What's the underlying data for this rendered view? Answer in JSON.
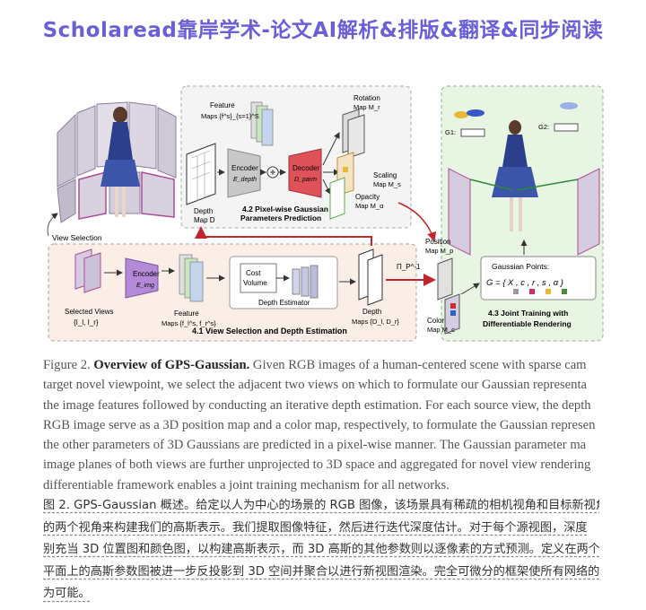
{
  "banner": {
    "title": "Scholaread靠岸学术-论文AI解析&排版&翻译&同步阅读"
  },
  "figure": {
    "labels": {
      "view_selection": "View Selection",
      "selected_views": "Selected Views",
      "selected_views_sym": "{I_l, I_r}",
      "encoder_img": "Encoder",
      "encoder_img_sym": "E_img",
      "feature_maps_bottom": "Feature",
      "feature_maps_bottom2": "Maps {f_l^s, f_r^s}",
      "cost_volume": "Cost",
      "cost_volume2": "Volume",
      "depth_estimator": "Depth Estimator",
      "depth_maps_bottom": "Depth",
      "depth_maps_bottom2": "Maps {D_l, D_r}",
      "pi_inv": "Π_P^-1",
      "section_41": "4.1 View Selection and Depth Estimation",
      "feature_maps_top": "Feature",
      "feature_maps_top2": "Maps {f^s}_{s=1}^S",
      "encoder_depth": "Encoder",
      "encoder_depth_sym": "E_depth",
      "decoder": "Decoder",
      "decoder_sym": "D_parm",
      "depth_map_top": "Depth",
      "depth_map_top2": "Map D",
      "rotation_map": "Rotation",
      "rotation_map2": "Map M_r",
      "scaling_map": "Scaling",
      "scaling_map2": "Map M_s",
      "opacity_map": "Opacity",
      "opacity_map2": "Map M_α",
      "section_42": "4.2 Pixel-wise Gaussian",
      "section_42b": "Parameters Prediction",
      "position_map": "Position",
      "position_map2": "Map M_p",
      "color_map": "Color",
      "color_map2": "Map M_c",
      "g1": "G1:",
      "g2": "G2:",
      "gaussian_points": "Gaussian Points:",
      "gaussian_set": "G = { X , c , r , s , α }",
      "section_43": "4.3 Joint Training with",
      "section_43b": "Differentiable Rendering"
    }
  },
  "caption_en": {
    "lines": [
      "Figure 2.",
      "Overview of GPS-Gaussian.",
      " Given RGB images of a human-centered scene with sparse cam",
      "target novel viewpoint, we select the adjacent two views on which to formulate our Gaussian representa",
      "the image features followed by conducting an iterative depth estimation. For each source view, the depth",
      "RGB image serve as a 3D position map and a color map, respectively, to formulate the Gaussian represen",
      "the other parameters of 3D Gaussians are predicted in a pixel-wise manner. The Gaussian parameter ma",
      "image planes of both views are further unprojected to 3D space and aggregated for novel view rendering",
      "differentiable framework enables a joint training mechanism for all networks."
    ]
  },
  "caption_zh": {
    "lines": [
      "图 2. GPS-Gaussian 概述。给定以人为中心的场景的 RGB 图像，该场景具有稀疏的相机视角和目标新视角，",
      "的两个视角来构建我们的高斯表示。我们提取图像特征，然后进行迭代深度估计。对于每个源视图，深度",
      "别充当 3D 位置图和颜色图，以构建高斯表示，而 3D 高斯的其他参数则以逐像素的方式预测。定义在两个",
      "平面上的高斯参数图被进一步反投影到 3D 空间并聚合以进行新视图渲染。完全可微分的框架使所有网络的",
      "为可能。"
    ]
  },
  "colors": {
    "banner": "#6a5fd6",
    "panel_41": "#fbeee6",
    "panel_42": "#f4f4f4",
    "panel_43": "#e8f5e2",
    "encoder": "#b48ad8",
    "decoder": "#e0525a",
    "arrow_red": "#c0262c"
  }
}
